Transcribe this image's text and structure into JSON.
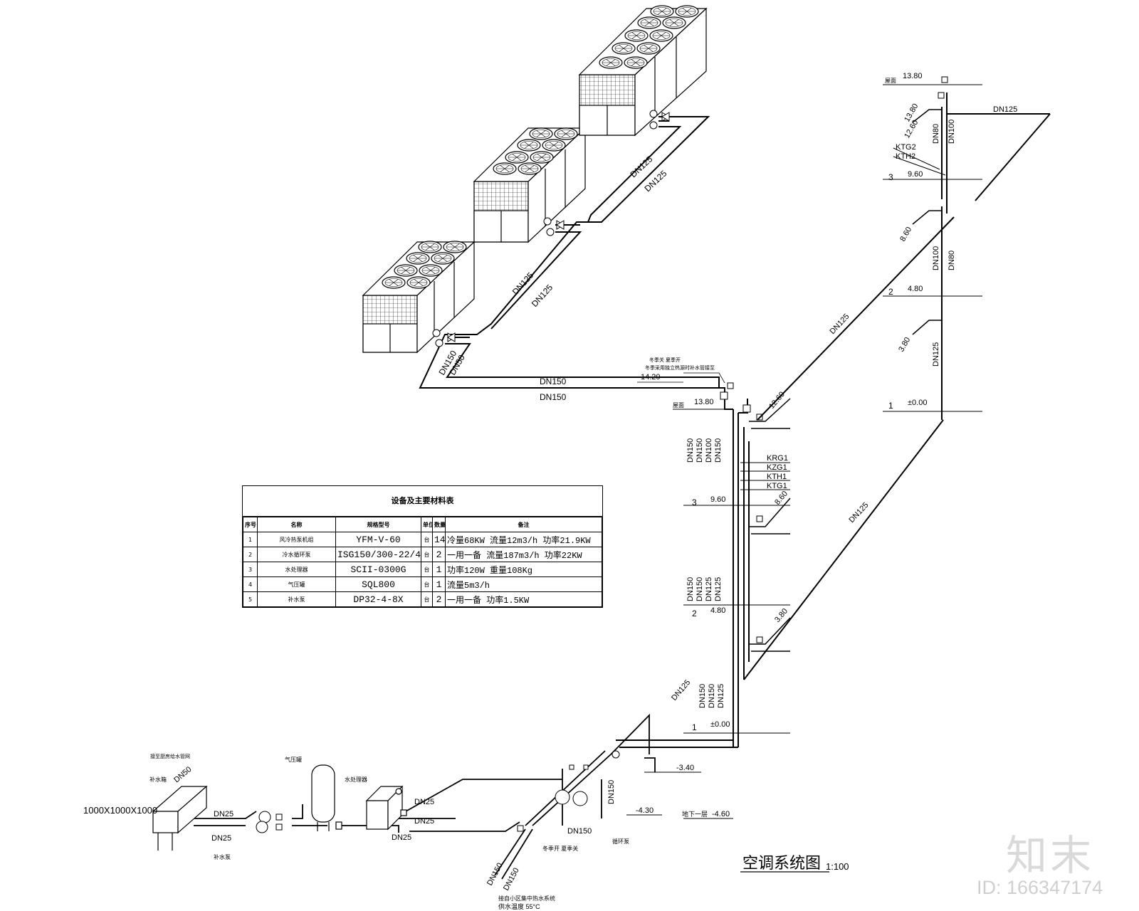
{
  "drawing": {
    "title": "空调系统图",
    "scale": "1:100"
  },
  "watermark": {
    "logo": "知末",
    "id": "ID: 166347174"
  },
  "equipment_table": {
    "title": "设备及主要材料表",
    "headers": [
      "序号",
      "名称",
      "规格型号",
      "单位",
      "数量",
      "备注"
    ],
    "rows": [
      [
        "1",
        "风冷热泵机组",
        "YFM-V-60",
        "台",
        "14",
        "冷量68KW 流量12m3/h 功率21.9KW"
      ],
      [
        "2",
        "冷水循环泵",
        "ISG150/300-22/4",
        "台",
        "2",
        "一用一备 流量187m3/h 功率22KW"
      ],
      [
        "3",
        "水处理器",
        "SCII-0300G",
        "台",
        "1",
        "功率120W 重量108Kg"
      ],
      [
        "4",
        "气压罐",
        "SQL800",
        "台",
        "1",
        "流量5m3/h"
      ],
      [
        "5",
        "补水泵",
        "DP32-4-8X",
        "台",
        "2",
        "一用一备 功率1.5KW"
      ]
    ]
  },
  "left_riser": {
    "roof_label": "屋面",
    "roof_elev": "13.80",
    "top_elev": "14.20",
    "note1": "冬季关 夏季开",
    "note2": "冬季采用独立热源时补水管接至",
    "elev_1260": "12.60",
    "elev_860": "8.60",
    "elev_380": "3.80",
    "pipe_ids": [
      "KRG1",
      "KZG1",
      "KTH1",
      "KTG1"
    ],
    "floors": [
      {
        "num": "3",
        "elev": "9.60"
      },
      {
        "num": "2",
        "elev": "4.80"
      },
      {
        "num": "1",
        "elev": "±0.00"
      }
    ],
    "sizes_upper": [
      "DN150",
      "DN150",
      "DN100",
      "DN150"
    ],
    "sizes_mid": [
      "DN150",
      "DN150",
      "DN125",
      "DN125"
    ],
    "sizes_low": [
      "DN150",
      "DN150",
      "DN125"
    ]
  },
  "right_riser": {
    "roof_label": "屋面",
    "roof_elev": "13.80",
    "elev_1380": "13.80",
    "elev_1260": "12.60",
    "elev_860": "8.60",
    "elev_380": "3.80",
    "pipe_ids": [
      "KTG2",
      "KTH2"
    ],
    "floors": [
      {
        "num": "3",
        "elev": "9.60"
      },
      {
        "num": "2",
        "elev": "4.80"
      },
      {
        "num": "1",
        "elev": "±0.00"
      }
    ]
  },
  "pipes": {
    "dn150": "DN150",
    "dn125": "DN125",
    "dn100": "DN100",
    "dn80": "DN80",
    "dn50": "DN50",
    "dn25": "DN25"
  },
  "basement": {
    "elev_340": "-3.40",
    "elev_430": "-4.30",
    "level_label": "地下一层",
    "elev_460": "-4.60",
    "tank_label": "补水箱",
    "tank_size": "1000X1000X1000",
    "tank_note": "接至厨房给水管网",
    "pressure_tank": "气压罐",
    "water_treat": "水处理器",
    "makeup_pump": "补水泵",
    "circ_pump": "循环泵",
    "season_valve": "冬季开 夏季关",
    "heat_source_note": "接自小区集中热水系统",
    "supply_temp": "供水温度 55°C"
  }
}
